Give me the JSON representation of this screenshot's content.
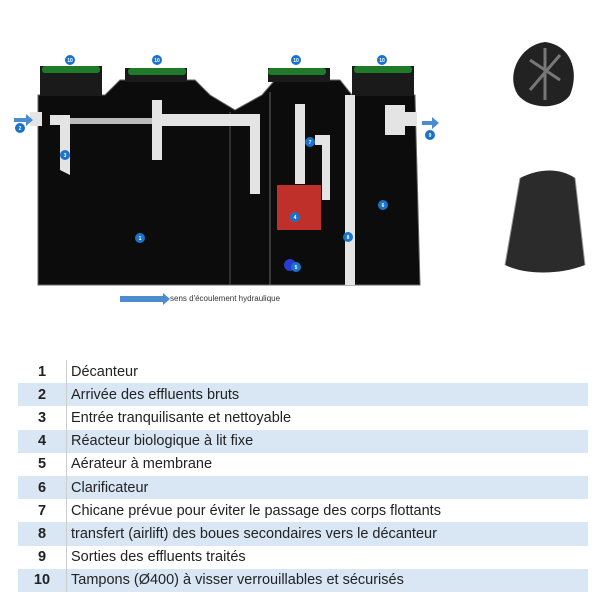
{
  "diagram": {
    "markers": [
      "10",
      "10",
      "10",
      "10",
      "2",
      "9",
      "3",
      "1",
      "7",
      "4",
      "6",
      "8",
      "5"
    ],
    "flow_legend": "sens d'écoulement hydraulique"
  },
  "legend": [
    {
      "num": "1",
      "label": "Décanteur"
    },
    {
      "num": "2",
      "label": "Arrivée des effluents bruts"
    },
    {
      "num": "3",
      "label": "Entrée tranquilisante et nettoyable"
    },
    {
      "num": "4",
      "label": "Réacteur biologique à lit fixe"
    },
    {
      "num": "5",
      "label": "Aérateur à membrane"
    },
    {
      "num": "6",
      "label": "Clarificateur"
    },
    {
      "num": "7",
      "label": "Chicane prévue pour éviter le passage des corps flottants"
    },
    {
      "num": "8",
      "label": "transfert (airlift) des boues secondaires vers le décanteur"
    },
    {
      "num": "9",
      "label": "Sorties des effluents traités"
    },
    {
      "num": "10",
      "label": "Tampons (Ø400) à visser verrouillables et sécurisés"
    }
  ],
  "colors": {
    "badge": "#1a73c8",
    "lid": "#1f7a2a",
    "reactor": "#c0302a",
    "row_alt": "#d9e6f4"
  }
}
